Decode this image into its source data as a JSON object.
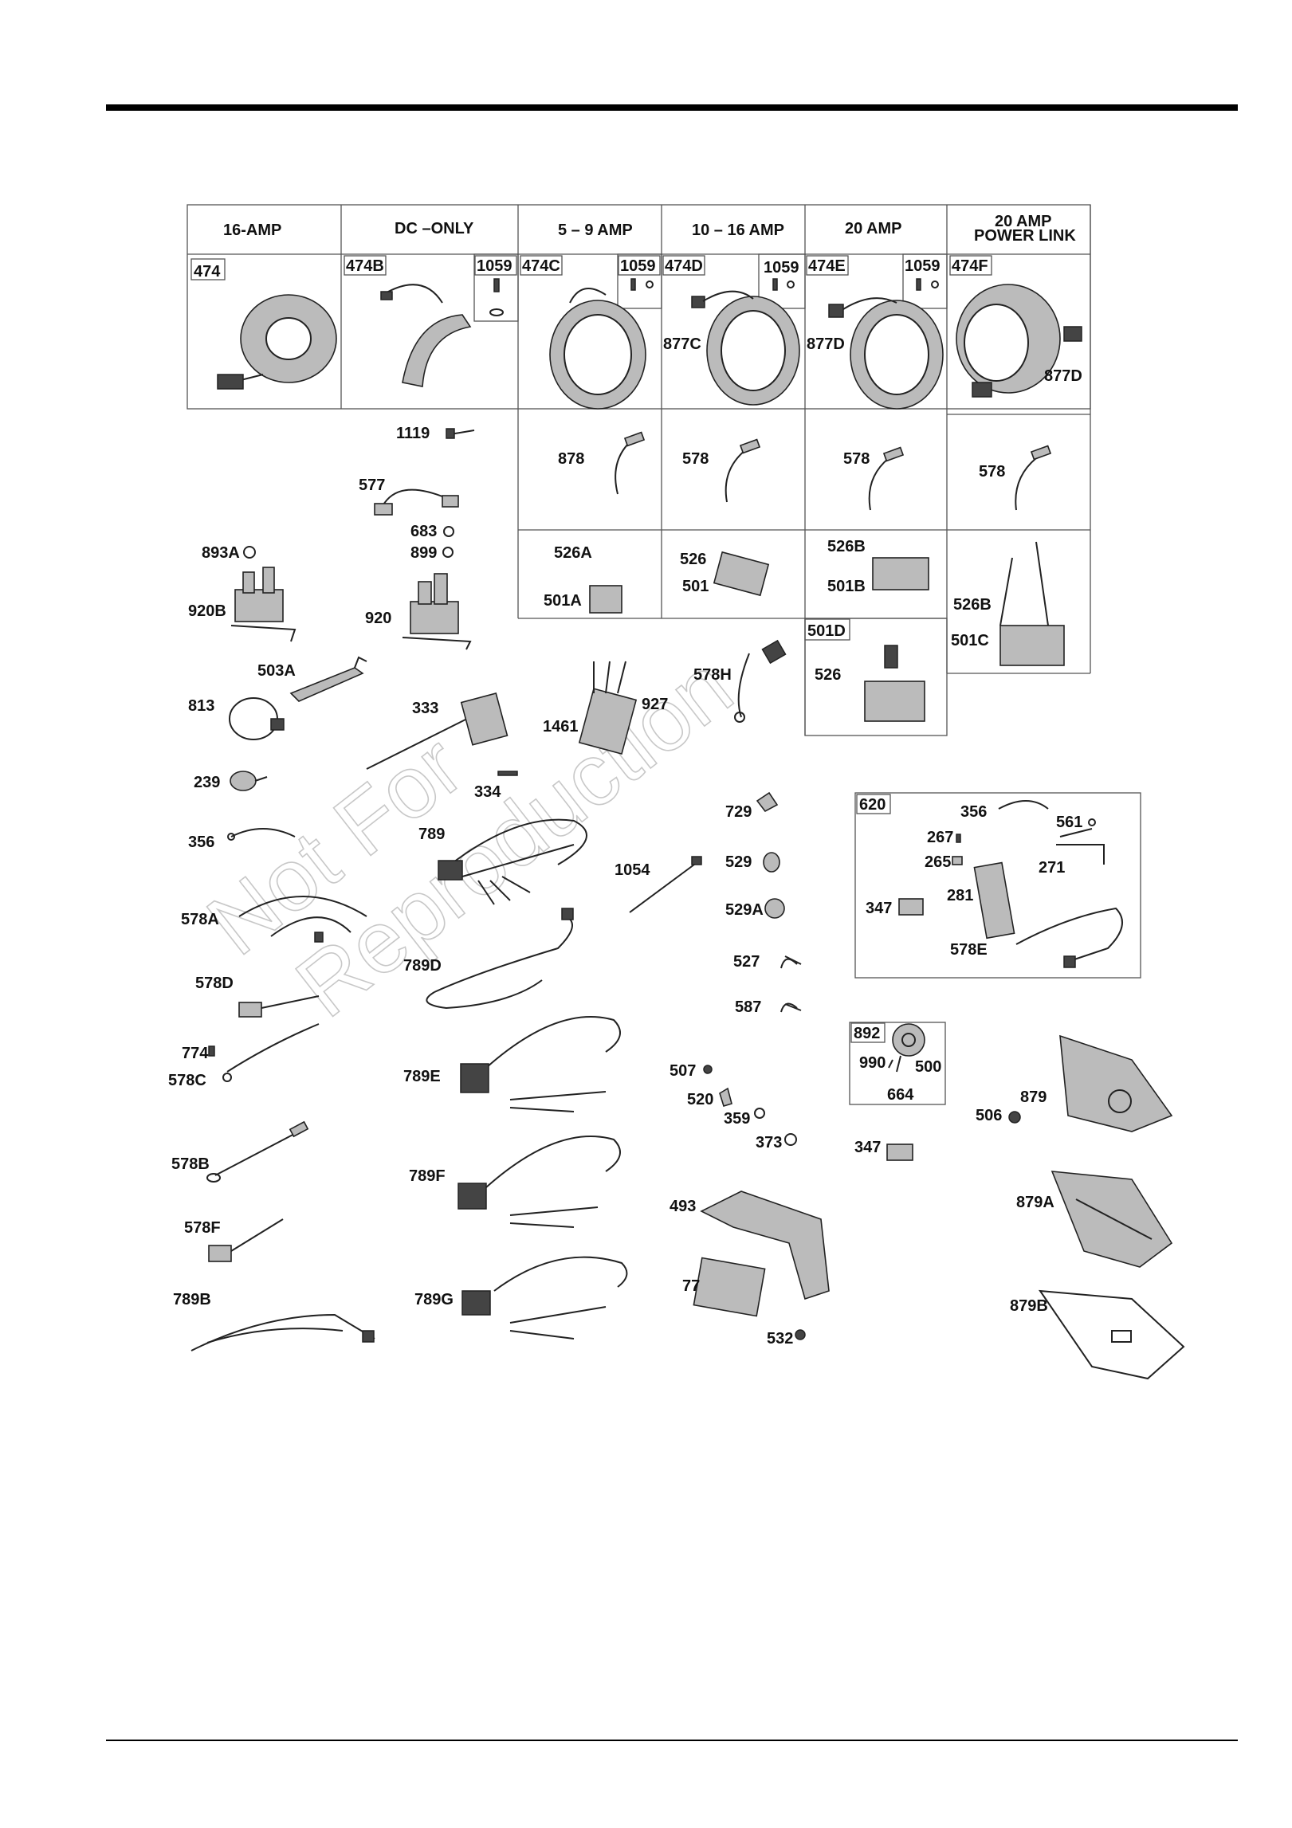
{
  "header_columns": [
    {
      "text": "16-AMP"
    },
    {
      "text": "DC –ONLY"
    },
    {
      "text": "5 – 9 AMP"
    },
    {
      "text": "10 – 16 AMP"
    },
    {
      "text": "20 AMP"
    },
    {
      "text": "20 AMP",
      "text2": "POWER LINK"
    }
  ],
  "watermark": {
    "line1": "Not For",
    "line2": "Reproduction"
  },
  "labels": [
    {
      "text": "474",
      "boxed": true
    },
    {
      "text": "474B",
      "boxed": true
    },
    {
      "text": "1059",
      "boxed": true
    },
    {
      "text": "474C",
      "boxed": true
    },
    {
      "text": "1059",
      "boxed": true
    },
    {
      "text": "474D",
      "boxed": true
    },
    {
      "text": "1059",
      "boxed": true
    },
    {
      "text": "474E",
      "boxed": true
    },
    {
      "text": "1059",
      "boxed": true
    },
    {
      "text": "474F",
      "boxed": true
    },
    {
      "text": "877C"
    },
    {
      "text": "877D"
    },
    {
      "text": "877D"
    },
    {
      "text": "1119"
    },
    {
      "text": "577"
    },
    {
      "text": "683"
    },
    {
      "text": "899"
    },
    {
      "text": "893A"
    },
    {
      "text": "920B"
    },
    {
      "text": "920"
    },
    {
      "text": "878"
    },
    {
      "text": "578"
    },
    {
      "text": "578"
    },
    {
      "text": "578"
    },
    {
      "text": "526A"
    },
    {
      "text": "501A"
    },
    {
      "text": "526"
    },
    {
      "text": "501"
    },
    {
      "text": "526B"
    },
    {
      "text": "501B"
    },
    {
      "text": "526B"
    },
    {
      "text": "501C"
    },
    {
      "text": "501D",
      "boxed": true
    },
    {
      "text": "526"
    },
    {
      "text": "503A"
    },
    {
      "text": "813"
    },
    {
      "text": "333"
    },
    {
      "text": "1461"
    },
    {
      "text": "927"
    },
    {
      "text": "578H"
    },
    {
      "text": "239"
    },
    {
      "text": "334"
    },
    {
      "text": "356"
    },
    {
      "text": "789"
    },
    {
      "text": "729"
    },
    {
      "text": "1054"
    },
    {
      "text": "529"
    },
    {
      "text": "529A"
    },
    {
      "text": "578A"
    },
    {
      "text": "789D"
    },
    {
      "text": "527"
    },
    {
      "text": "587"
    },
    {
      "text": "578D"
    },
    {
      "text": "620",
      "boxed": true
    },
    {
      "text": "356"
    },
    {
      "text": "561"
    },
    {
      "text": "267"
    },
    {
      "text": "265"
    },
    {
      "text": "271"
    },
    {
      "text": "347"
    },
    {
      "text": "281"
    },
    {
      "text": "578E"
    },
    {
      "text": "774"
    },
    {
      "text": "578C"
    },
    {
      "text": "789E"
    },
    {
      "text": "507"
    },
    {
      "text": "520"
    },
    {
      "text": "359"
    },
    {
      "text": "373"
    },
    {
      "text": "892",
      "boxed": true
    },
    {
      "text": "990"
    },
    {
      "text": "500"
    },
    {
      "text": "664"
    },
    {
      "text": "347"
    },
    {
      "text": "506"
    },
    {
      "text": "879"
    },
    {
      "text": "578B"
    },
    {
      "text": "789F"
    },
    {
      "text": "493"
    },
    {
      "text": "879A"
    },
    {
      "text": "578F"
    },
    {
      "text": "77"
    },
    {
      "text": "789B"
    },
    {
      "text": "789G"
    },
    {
      "text": "532"
    },
    {
      "text": "879B"
    }
  ]
}
